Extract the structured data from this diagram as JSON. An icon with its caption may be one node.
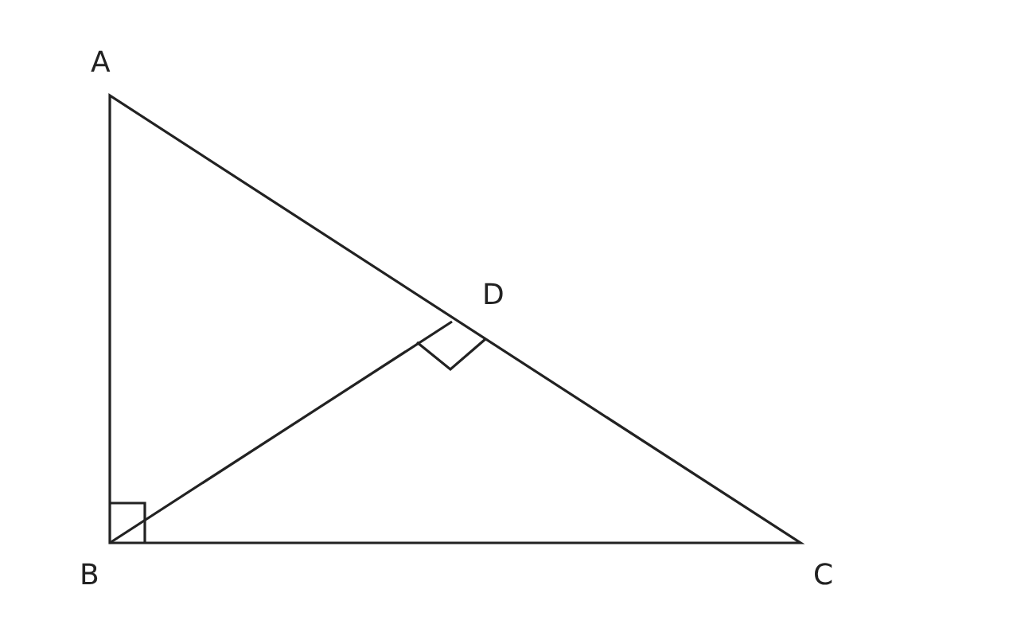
{
  "diagram": {
    "labels": [
      "A",
      "D",
      "B",
      "C"
    ]
  }
}
